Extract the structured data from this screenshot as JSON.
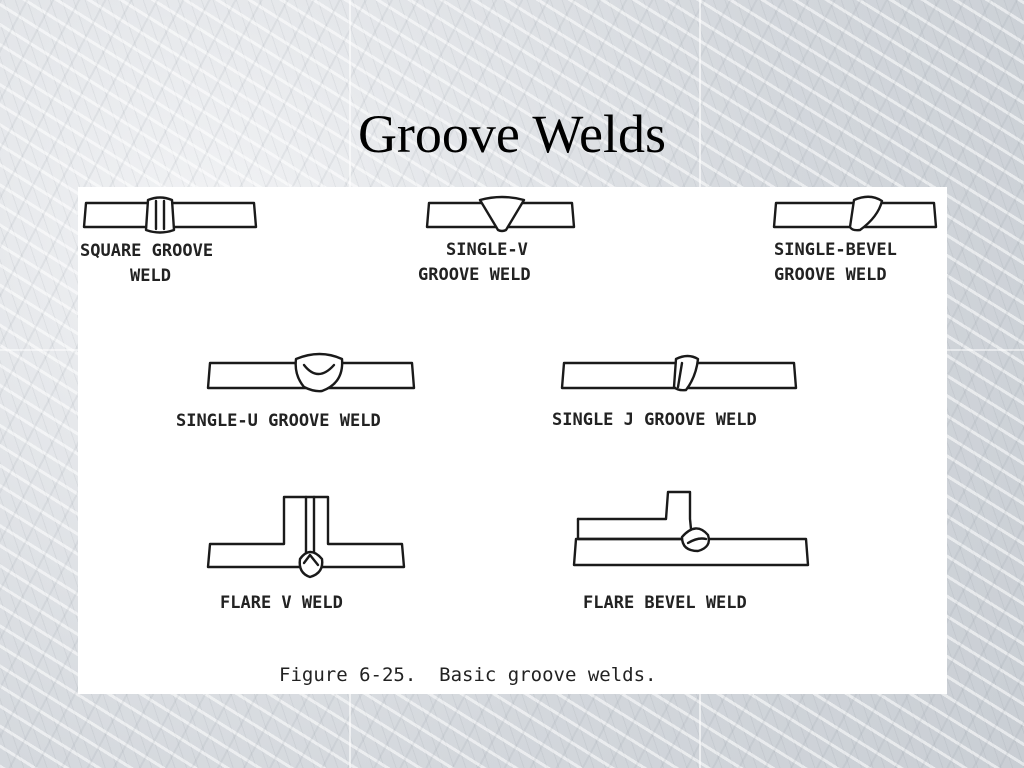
{
  "slide": {
    "title": "Groove Welds"
  },
  "figure": {
    "labels": {
      "square_groove": [
        "SQUARE GROOVE",
        "WELD"
      ],
      "single_v": [
        "SINGLE-V",
        "GROOVE WELD"
      ],
      "single_bevel": [
        "SINGLE-BEVEL",
        "GROOVE WELD"
      ],
      "single_u": [
        "SINGLE-U GROOVE WELD"
      ],
      "single_j": [
        "SINGLE J GROOVE WELD"
      ],
      "flare_v": [
        "FLARE V WELD"
      ],
      "flare_bevel": [
        "FLARE BEVEL WELD"
      ]
    },
    "caption": "Figure 6-25.  Basic groove welds."
  }
}
